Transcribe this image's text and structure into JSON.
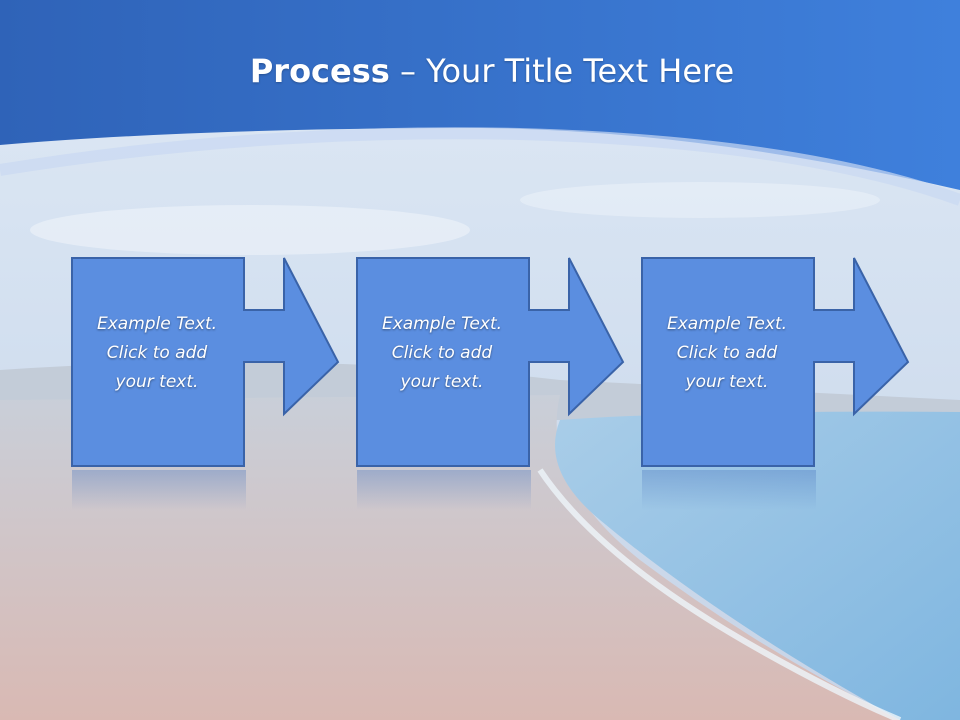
{
  "slide": {
    "title_bold": "Process",
    "title_rest": " – Your Title Text Here"
  },
  "steps": [
    {
      "lines": [
        "Example Text.",
        "Click  to add",
        "your text."
      ]
    },
    {
      "lines": [
        "Example Text.",
        "Click  to add",
        "your text."
      ]
    },
    {
      "lines": [
        "Example Text.",
        "Click  to add",
        "your text."
      ]
    }
  ],
  "colors": {
    "header_blue": "#3a78d4",
    "box_fill": "#5b8ee0",
    "box_stroke": "#3a63a8",
    "text": "#ffffff"
  }
}
